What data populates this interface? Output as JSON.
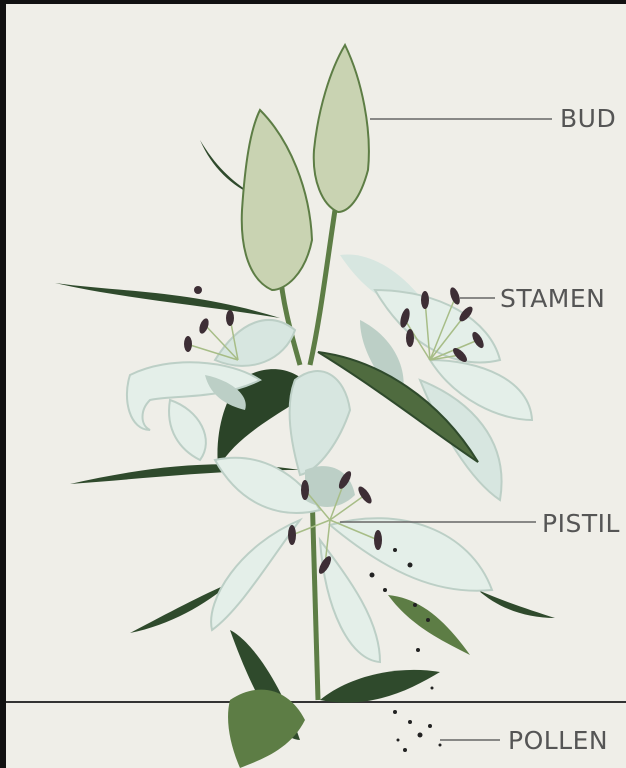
{
  "labels": {
    "bud": "BUD",
    "stamen": "STAMEN",
    "pistil": "PISTIL",
    "pollen": "POLLEN"
  },
  "colors": {
    "background": "#efeee8",
    "frame": "#111111",
    "leaf_dark": "#2f4a2c",
    "leaf_mid": "#5d7d45",
    "petal": "#e4efe9",
    "petal_shade": "#bccfc6",
    "bud": "#c9d3b2",
    "anther": "#3d2e35",
    "leader_line": "#666666"
  }
}
